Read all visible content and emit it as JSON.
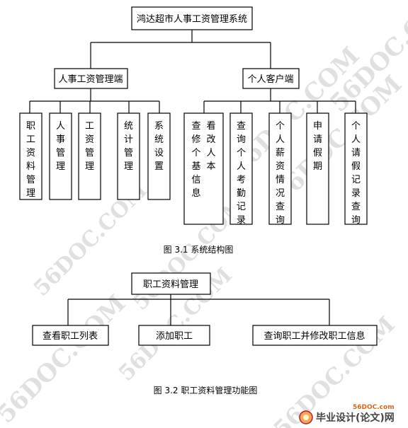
{
  "figure1": {
    "root": "鸿达超市人事工资管理系统",
    "admin_branch": "人事工资管理端",
    "client_branch": "个人客户端",
    "admin_modules": [
      "职工资料管理",
      "人事管理",
      "工资管理",
      "统计管理",
      "系统设置"
    ],
    "client_modules": [
      {
        "col1": "查看个人基本信息",
        "col2": ""
      },
      {
        "col1": "查询个人考勤记录",
        "col2": ""
      },
      {
        "col1": "个人薪资情况查询",
        "col2": ""
      },
      {
        "col1": "申请假期",
        "col2": ""
      },
      {
        "col1": "个人请假记录查询",
        "col2": ""
      }
    ],
    "client_module_1_cols": [
      "查修个基信息",
      "看改人本"
    ],
    "caption": "图 3.1  系统结构图"
  },
  "figure2": {
    "root": "职工资料管理",
    "children": [
      "查看职工列表",
      "添加职工",
      "查询职工并修改职工信息"
    ],
    "caption": "图 3.2  职工资料管理功能图"
  },
  "watermark": "56DOC.COM",
  "logo": {
    "domain": "56DOC.com",
    "text": "毕业设计(论文)网",
    "accent_color": "#d2691e"
  }
}
